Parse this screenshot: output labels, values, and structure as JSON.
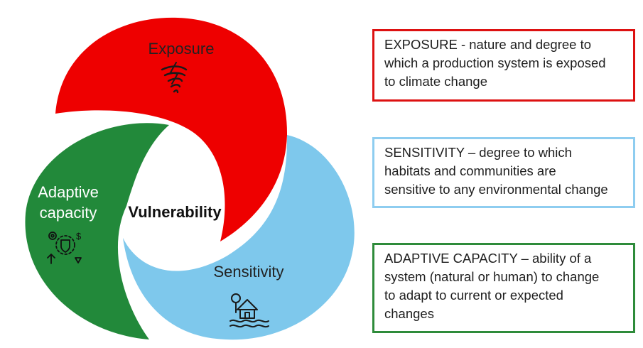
{
  "diagram": {
    "exposure": {
      "label": "Exposure",
      "color": "#ee0000",
      "icon": "tornado-icon"
    },
    "sensitivity": {
      "label": "Sensitivity",
      "color": "#7ec8ec",
      "icon": "flooded-house-icon"
    },
    "adaptive": {
      "label_line1": "Adaptive",
      "label_line2": "capacity",
      "color": "#22893a",
      "icon": "adaptation-shield-icon"
    },
    "center": {
      "label": "Vulnerability"
    }
  },
  "definitions": {
    "exposure": {
      "border_color": "#dd1111",
      "lines": [
        "EXPOSURE - nature and degree to",
        "which a production system is exposed",
        "to climate change"
      ]
    },
    "sensitivity": {
      "border_color": "#8ecdf0",
      "lines": [
        "SENSITIVITY – degree to which",
        "habitats and communities are",
        "sensitive to any environmental change"
      ]
    },
    "adaptive": {
      "border_color": "#2e8b3a",
      "lines": [
        "ADAPTIVE CAPACITY – ability of a",
        "system (natural or human) to change",
        "to adapt to current or expected",
        "changes"
      ]
    }
  }
}
